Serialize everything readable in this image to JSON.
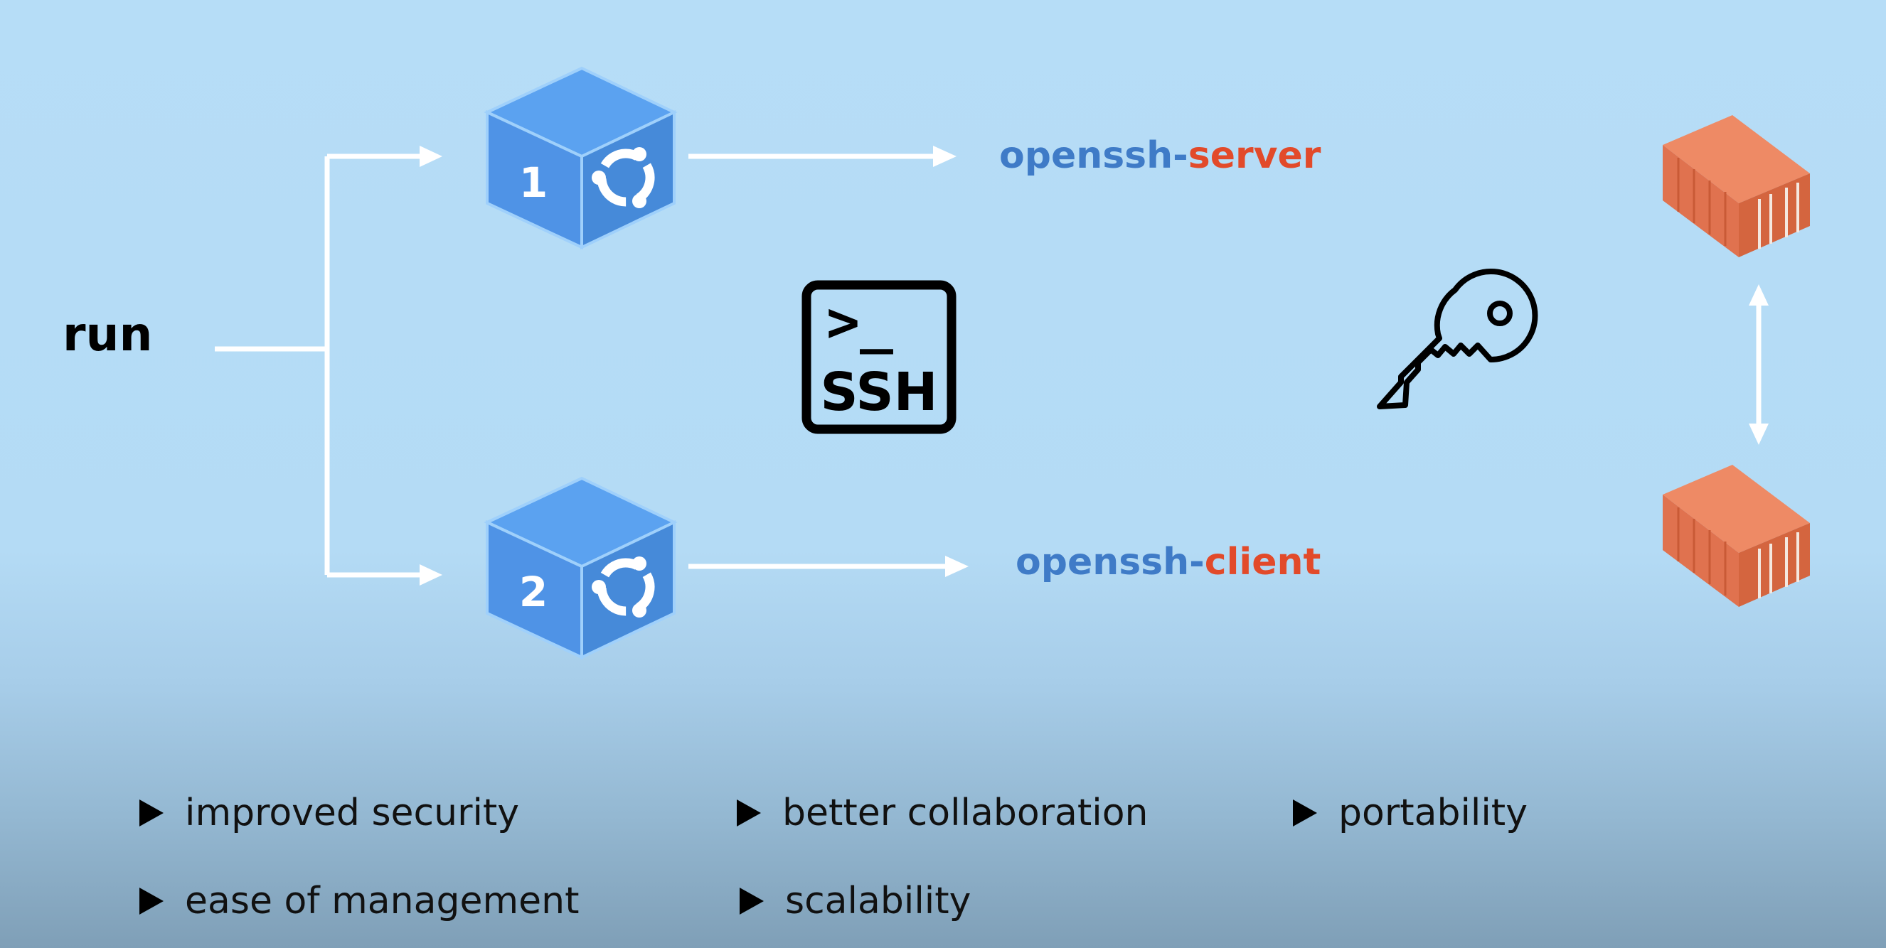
{
  "run_label": "run",
  "packages": {
    "server": {
      "prefix": "openssh-",
      "suffix": "server"
    },
    "client": {
      "prefix": "openssh-",
      "suffix": "client"
    }
  },
  "machines": [
    {
      "number": "1"
    },
    {
      "number": "2"
    }
  ],
  "ssh_icon": {
    "prompt": ">_",
    "label": "SSH"
  },
  "benefits": [
    "improved security",
    "better collaboration",
    "portability",
    "ease of management",
    "scalability"
  ],
  "colors": {
    "package_main": "#3f7bc7",
    "package_accent": "#e24a2a",
    "cube_top": "#5aa0ee",
    "cube_left": "#4f93e6",
    "cube_right": "#4a8bdc",
    "container": "#e0724f",
    "connector": "#ffffff"
  },
  "icons": [
    "ubuntu-logo-icon",
    "terminal-ssh-icon",
    "key-icon",
    "shipping-container-icon",
    "double-arrow-icon"
  ]
}
